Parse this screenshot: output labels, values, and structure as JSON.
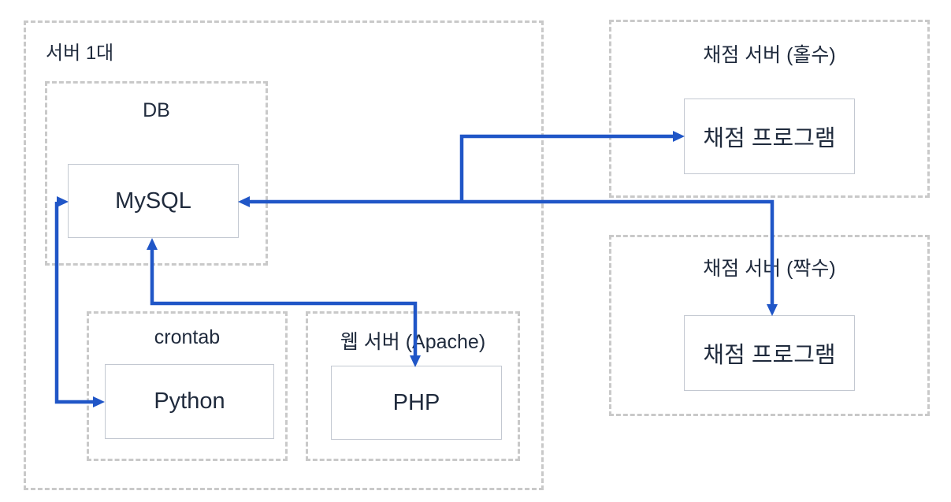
{
  "colors": {
    "arrow": "#2056c7",
    "label_text": "#1f2a3c",
    "group_border": "#c9c9c9",
    "node_border": "#c3c8d1",
    "background": "#ffffff"
  },
  "groups": {
    "server1": {
      "label": "서버 1대"
    },
    "db": {
      "label": "DB"
    },
    "crontab": {
      "label": "crontab"
    },
    "web_server": {
      "label": "웹 서버 (Apache)"
    },
    "grading_odd": {
      "label": "채점 서버 (홀수)"
    },
    "grading_even": {
      "label": "채점 서버 (짝수)"
    }
  },
  "nodes": {
    "mysql": {
      "label": "MySQL"
    },
    "python": {
      "label": "Python"
    },
    "php": {
      "label": "PHP"
    },
    "grading_program_odd": {
      "label": "채점 프로그램"
    },
    "grading_program_even": {
      "label": "채점 프로그램"
    }
  },
  "connections": [
    {
      "from": "MySQL",
      "to": "Python",
      "bidirectional": true,
      "style": "orthogonal"
    },
    {
      "from": "MySQL",
      "to": "PHP",
      "bidirectional": true,
      "style": "orthogonal"
    },
    {
      "from": "MySQL",
      "to": "채점 프로그램 (홀수)",
      "bidirectional": false,
      "arrowhead_at": "채점 프로그램 (홀수)",
      "style": "orthogonal-branch"
    },
    {
      "from": "MySQL",
      "to": "채점 프로그램 (짝수)",
      "bidirectional": true,
      "arrowheads_at": [
        "MySQL",
        "채점 프로그램 (짝수)"
      ],
      "style": "orthogonal"
    }
  ]
}
